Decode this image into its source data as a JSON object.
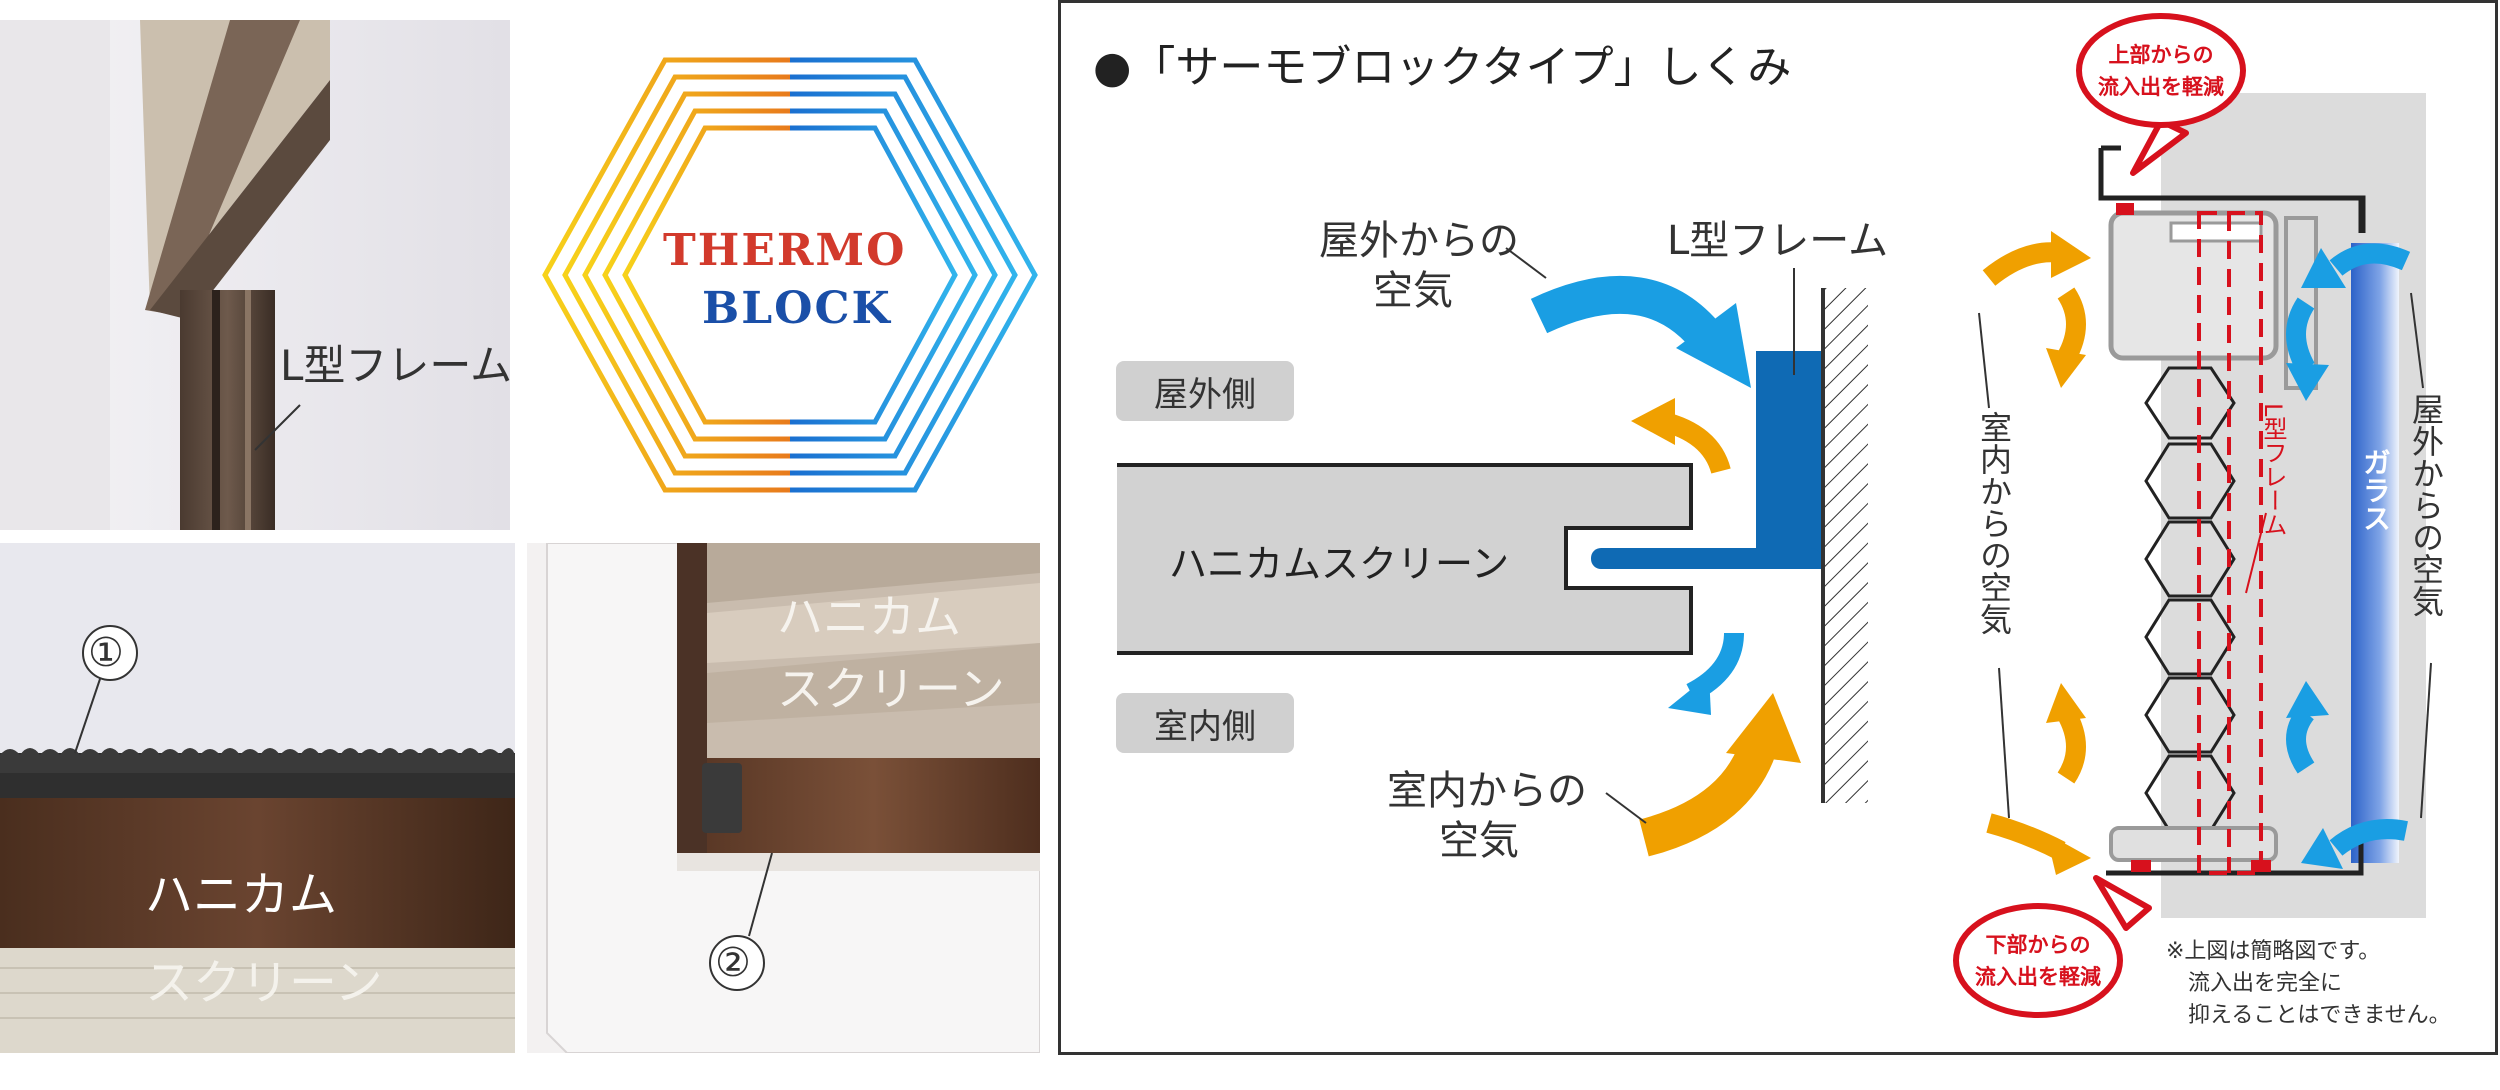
{
  "photos": {
    "frame_label": "L型フレーム",
    "logo_line1": "THERMO",
    "logo_line2": "BLOCK",
    "marker_1": "①",
    "marker_2": "②",
    "honeycomb_line1": "ハニカム",
    "honeycomb_line2": "スクリーン",
    "screen_line1": "ハニカム",
    "screen_line2": "スクリーン"
  },
  "diagram": {
    "title": "●「サーモブロックタイプ」しくみ",
    "outdoor_air_line1": "屋外からの",
    "outdoor_air_line2": "空気",
    "l_frame_label": "L型フレーム",
    "outdoor_side": "屋外側",
    "indoor_side": "室内側",
    "screen_label": "ハニカムスクリーン",
    "indoor_air_line1": "室内からの",
    "indoor_air_line2": "空気",
    "top_bubble_line1": "上部からの",
    "top_bubble_line2": "流入出を軽減",
    "bottom_bubble_line1": "下部からの",
    "bottom_bubble_line2": "流入出を軽減",
    "indoor_air_vertical": "室内からの空気",
    "outdoor_air_vertical": "屋外からの空気",
    "l_frame_vertical": "L型フレーム",
    "glass_label": "ガラス",
    "note_line1": "※上図は簡略図です。",
    "note_line2": "流入出を完全に",
    "note_line3": "抑えることはできません。"
  },
  "colors": {
    "blue": "#1a9ee3",
    "orange": "#f0a000",
    "red": "#d7111d",
    "frame_blue": "#0f6ab4",
    "screen_gray": "#d2d2d2"
  }
}
